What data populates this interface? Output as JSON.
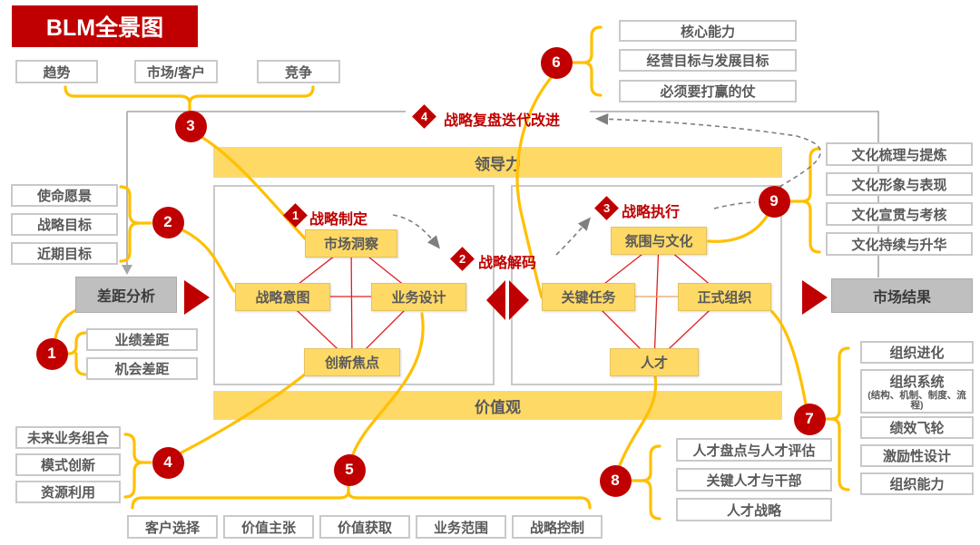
{
  "title": "BLM全景图",
  "banners": {
    "leadership": "领导力",
    "values": "价值观"
  },
  "phases": {
    "p1": {
      "num": "1",
      "label": "战略制定"
    },
    "p2": {
      "num": "2",
      "label": "战略解码"
    },
    "p3": {
      "num": "3",
      "label": "战略执行"
    },
    "p4": {
      "num": "4",
      "label": "战略复盘迭代改进"
    }
  },
  "circles": {
    "n1": "1",
    "n2": "2",
    "n3": "3",
    "n4": "4",
    "n5": "5",
    "n6": "6",
    "n7": "7",
    "n8": "8",
    "n9": "9"
  },
  "env": {
    "items": [
      "趋势",
      "市场/客户",
      "竞争"
    ]
  },
  "mission": {
    "items": [
      "使命愿景",
      "战略目标",
      "近期目标"
    ]
  },
  "gap": {
    "analysis": "差距分析",
    "items": [
      "业绩差距",
      "机会差距"
    ]
  },
  "strategy": {
    "insight": "市场洞察",
    "intent": "战略意图",
    "design": "业务设计",
    "innovation": "创新焦点"
  },
  "execution": {
    "atmosphere": "氛围与文化",
    "tasks": "关键任务",
    "organization": "正式组织",
    "talent": "人才"
  },
  "goals": {
    "items": [
      "核心能力",
      "经营目标与发展目标",
      "必须要打赢的仗"
    ]
  },
  "culture": {
    "items": [
      "文化梳理与提炼",
      "文化形象与表现",
      "文化宣贯与考核",
      "文化持续与升华"
    ]
  },
  "result": {
    "label": "市场结果"
  },
  "org": {
    "items": [
      "组织进化",
      "组织系统",
      "绩效飞轮",
      "激励性设计",
      "组织能力"
    ],
    "system_sub": "(结构、机制、制度、流程)"
  },
  "talent_dev": {
    "items": [
      "人才盘点与人才评估",
      "关键人才与干部",
      "人才战略"
    ]
  },
  "biz_model": {
    "items": [
      "客户选择",
      "价值主张",
      "价值获取",
      "业务范围",
      "战略控制"
    ]
  },
  "future": {
    "items": [
      "未来业务组合",
      "模式创新",
      "资源利用"
    ]
  },
  "colors": {
    "accent_red": "#C00000",
    "yellow_fill": "#FFD966",
    "yellow_line": "#FFC000",
    "gray_box": "#BFBFBF"
  }
}
